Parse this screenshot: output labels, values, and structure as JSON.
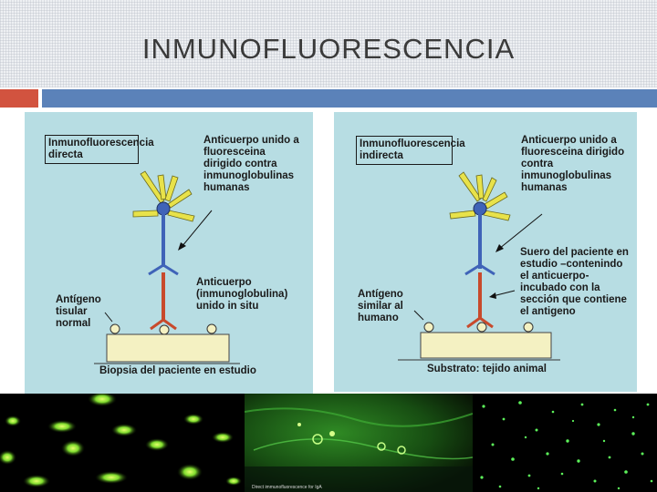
{
  "slide": {
    "title": "INMUNOFLUORESCENCIA"
  },
  "colors": {
    "panel_bg": "#b7dde3",
    "accent_red": "#d2533f",
    "accent_blue": "#5b82b9",
    "antibody_yellow": "#e8e24a",
    "antibody_blue": "#3f63b8",
    "antibody_red": "#c84a2c",
    "tissue": "#f4f1c2",
    "fluorescence": "#56e04a"
  },
  "diagram_direct": {
    "header": "Inmunofluorescencia directa",
    "label_conjugate": "Anticuerpo unido a fluoresceina dirigido contra inmunoglobulinas humanas",
    "label_antibody": "Anticuerpo (inmunoglobulina) unido in situ",
    "label_antigen": "Antígeno tisular normal",
    "label_substrate": "Biopsia del paciente en estudio"
  },
  "diagram_indirect": {
    "header": "Inmunofluorescencia indirecta",
    "label_conjugate": "Anticuerpo unido a fluoresceina dirigido contra inmunoglobulinas humanas",
    "label_serum": "Suero del paciente en estudio –contenindo el anticuerpo-incubado con la sección que contiene el antigeno",
    "label_antigen": "Antígeno similar al humano",
    "label_substrate": "Substrato: tejido animal"
  },
  "micrographs": {
    "caption_middle": "Direct immunofluorescence for IgA",
    "icons": [
      "fluorescent-cells-image",
      "immunofluorescence-tissue-image",
      "fluorescent-dots-image"
    ]
  }
}
